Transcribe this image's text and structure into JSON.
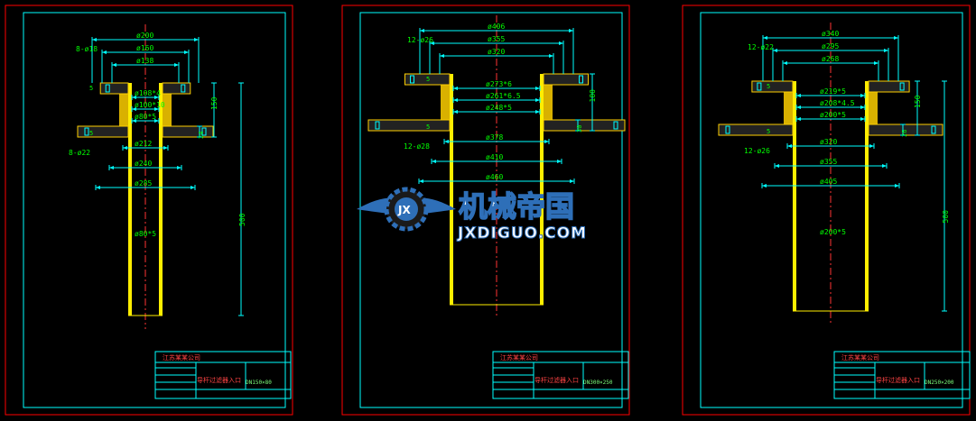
{
  "colors": {
    "background": "#000000",
    "frame": "#ff0000",
    "border": "#00ffff",
    "dimension": "#00ffff",
    "dim_text": "#00ff00",
    "part_fill": "#ffee00",
    "hatch": "#ffd000",
    "centerline": "#ff3333",
    "label_green": "#7cff7c",
    "watermark_blue": "#2e6fb8",
    "watermark_white": "#ffffff"
  },
  "watermark": {
    "cn": "机械帝国",
    "en": "JXDIGUO.COM",
    "logo": "JX",
    "logo_icon": "gear-wings-icon"
  },
  "sheets": [
    {
      "dims_top": [
        "ø200",
        "ø160",
        "ø138"
      ],
      "hole_top": "8-ø18",
      "inner": [
        "ø108*4",
        "ø100*10",
        "ø80*5"
      ],
      "lower": [
        "ø212",
        "ø240",
        "ø285"
      ],
      "hole_bottom": "8-ø22",
      "pipe": "ø80*5",
      "side_small": [
        "5",
        "5"
      ],
      "flange_h": "24",
      "height_top": "150",
      "height_total": "500",
      "title_block": {
        "company": "江苏某某公司",
        "name": "导杆过滤器入口",
        "spec": "DN150×80"
      }
    },
    {
      "dims_top": [
        "ø406",
        "ø355",
        "ø320"
      ],
      "hole_top": "12-ø26",
      "inner": [
        "ø273*6",
        "ø261*6.5",
        "ø248*5"
      ],
      "lower": [
        "ø378",
        "ø410",
        "ø460"
      ],
      "hole_bottom": "12-ø28",
      "pipe": "",
      "side_small": [
        "5",
        "5"
      ],
      "flange_h": "30",
      "height_top": "180",
      "height_total": "",
      "title_block": {
        "company": "江苏某某公司",
        "name": "导杆过滤器入口",
        "spec": "DN300×250"
      }
    },
    {
      "dims_top": [
        "ø340",
        "ø295",
        "ø268"
      ],
      "hole_top": "12-ø22",
      "inner": [
        "ø219*5",
        "ø208*4.5",
        "ø200*5"
      ],
      "lower": [
        "ø320",
        "ø355",
        "ø405"
      ],
      "hole_bottom": "12-ø26",
      "pipe": "ø200*5",
      "side_small": [
        "5",
        "5"
      ],
      "flange_h": "26",
      "height_top": "150",
      "height_total": "500",
      "title_block": {
        "company": "江苏某某公司",
        "name": "导杆过滤器入口",
        "spec": "DN250×200"
      }
    }
  ]
}
